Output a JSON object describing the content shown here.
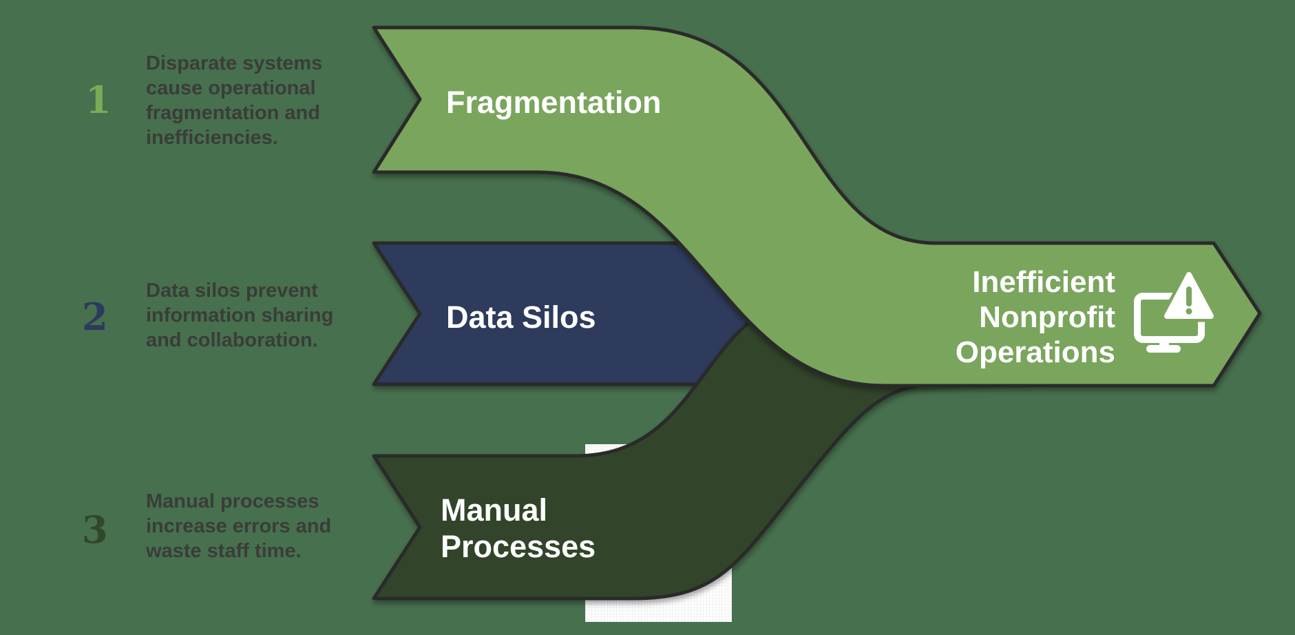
{
  "title": "Inefficient Nonprofit Operations cause-flow diagram",
  "colors": {
    "background": "#47704e",
    "flow_light_green": "#7aa55d",
    "flow_navy": "#2e3a5b",
    "flow_dark_green": "#30452a",
    "outline": "#2a2a2a",
    "description_text": "#3a3d39",
    "banner_label_text": "#ffffff",
    "number_1": "#79ab58",
    "number_2": "#2e3a5c",
    "number_3": "#32462a",
    "grid_patch": "#ffffff"
  },
  "items": [
    {
      "number": "1",
      "description_lines": [
        "Disparate systems",
        "cause operational",
        "fragmentation and",
        "inefficiencies."
      ]
    },
    {
      "number": "2",
      "description_lines": [
        "Data silos prevent",
        "information sharing",
        "and collaboration."
      ]
    },
    {
      "number": "3",
      "description_lines": [
        "Manual processes",
        "increase errors and",
        "waste staff time."
      ]
    }
  ],
  "banners": [
    {
      "label": "Fragmentation"
    },
    {
      "label": "Data Silos"
    },
    {
      "label_lines": [
        "Manual",
        "Processes"
      ]
    }
  ],
  "result": {
    "label_lines": [
      "Inefficient",
      "Nonprofit",
      "Operations"
    ],
    "icon": "monitor-warning-icon"
  }
}
